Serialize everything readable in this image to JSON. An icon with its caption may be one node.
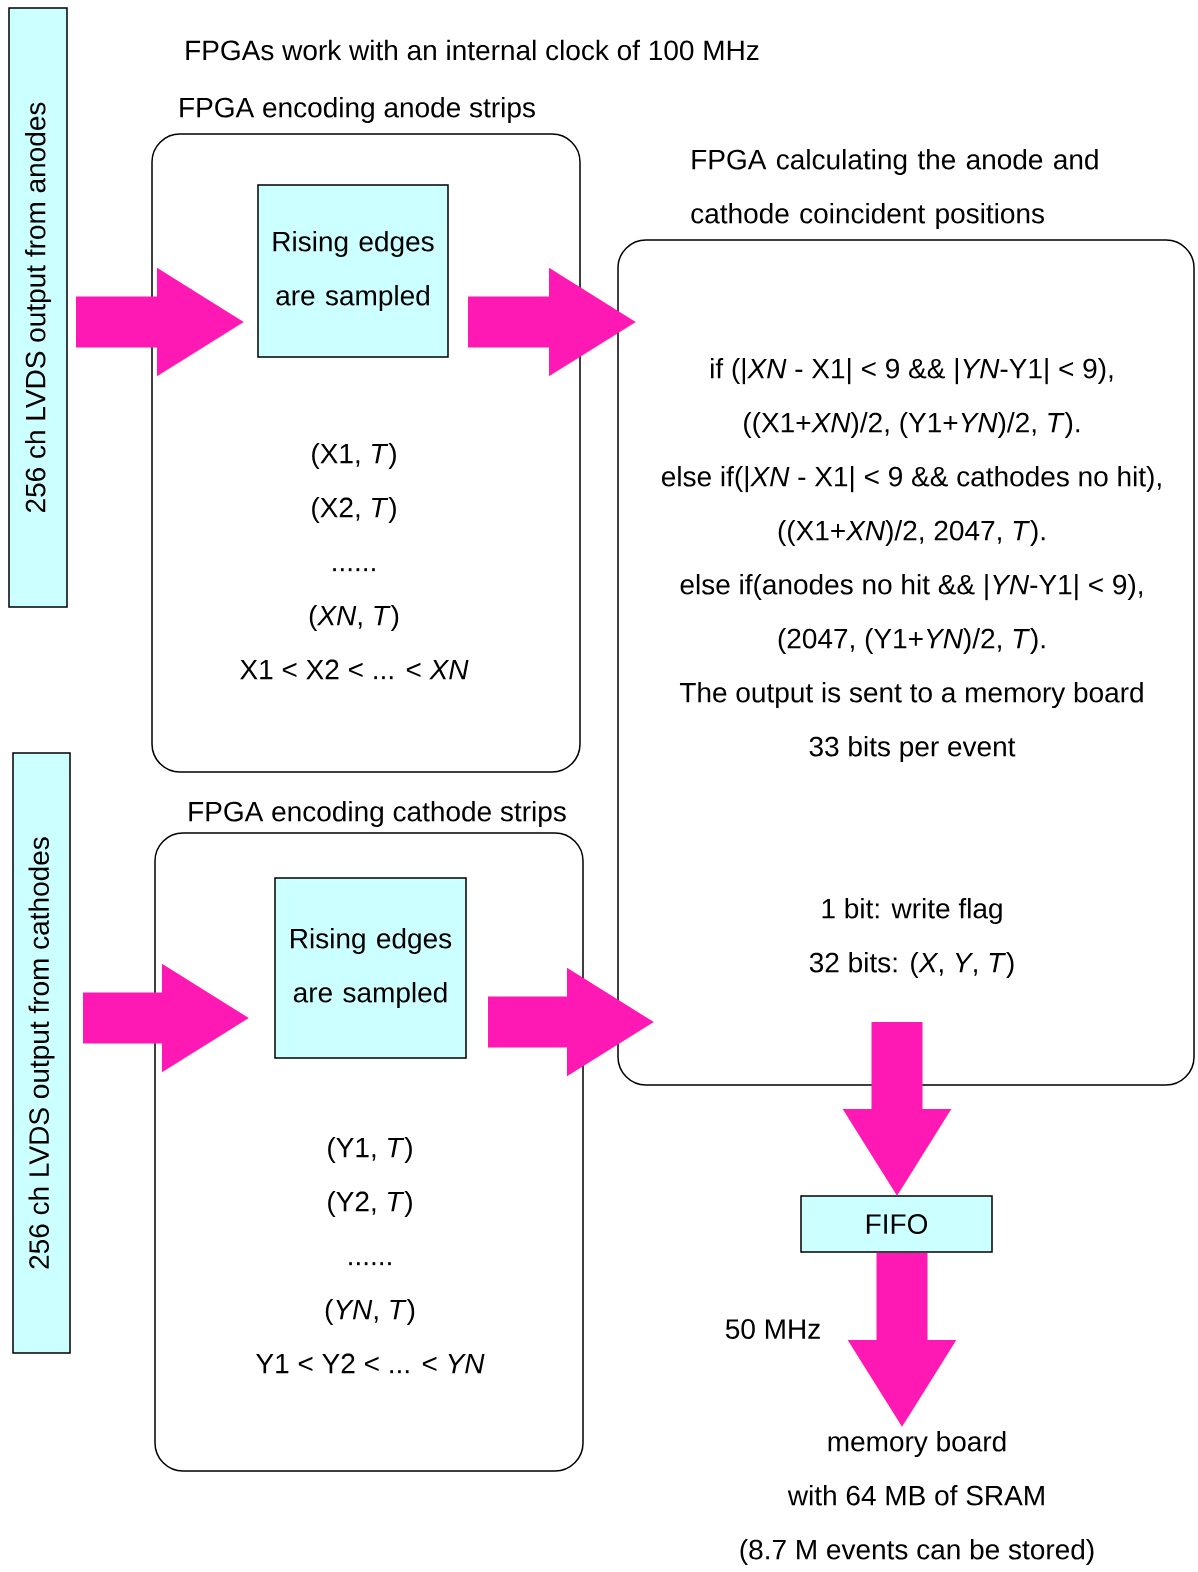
{
  "diagram": {
    "nodes": [
      {
        "text": [
          "256 ch LVDS output from anodes"
        ]
      },
      {
        "text": [
          "FPGA encoding anode strips",
          "(X1, *T*)",
          "(X2, *T*)",
          "......",
          "(*XN*, *T*)",
          "X1 < X2 < ... < *XN*"
        ]
      },
      {
        "text": [
          "Rising edges are sampled"
        ],
        "in": 1
      },
      {
        "text": [
          "256 ch LVDS output from cathodes"
        ]
      },
      {
        "text": [
          "FPGA encoding cathode strips",
          "(Y1, *T*)",
          "(Y2, *T*)",
          "......",
          "(*YN*, *T*)",
          "Y1 < Y2 < ... < *YN*"
        ]
      },
      {
        "text": [
          "Rising edges are sampled"
        ],
        "in": 4
      },
      {
        "text": [
          "FPGA calculating the anode and cathode coincident positions",
          "if (|*XN* - X1| < 9 && |*YN*-Y1| < 9),",
          "((X1+*XN*)/2, (Y1+*YN*)/2, *T*).",
          "else if(|*XN* - X1| < 9 && cathodes no hit),",
          "((X1+*XN*)/2, 2047, *T*).",
          "else if(anodes no hit && |*YN*-Y1| < 9),",
          "(2047, (Y1+*YN*)/2, *T*).",
          "The output is sent to a memory board",
          "33 bits per event",
          "1 bit: write flag",
          "32 bits: (*X*, *Y*, *T*)"
        ]
      },
      {
        "text": [
          "FIFO"
        ]
      },
      {
        "text": [
          "memory board",
          "with 64 MB of SRAM",
          "(8.7 M events can be stored)"
        ]
      }
    ],
    "edges": [
      {
        "from": 0,
        "to": 2,
        "arrow": "to"
      },
      {
        "from": 2,
        "to": 6,
        "arrow": "to"
      },
      {
        "from": 3,
        "to": 5,
        "arrow": "to"
      },
      {
        "from": 5,
        "to": 6,
        "arrow": "to"
      },
      {
        "from": 6,
        "to": 7,
        "arrow": "to"
      },
      {
        "from": 7,
        "to": 8,
        "arrow": "to",
        "label": "50 MHz"
      }
    ],
    "labels": [
      "FPGAs work with an internal clock of 100 MHz"
    ]
  }
}
